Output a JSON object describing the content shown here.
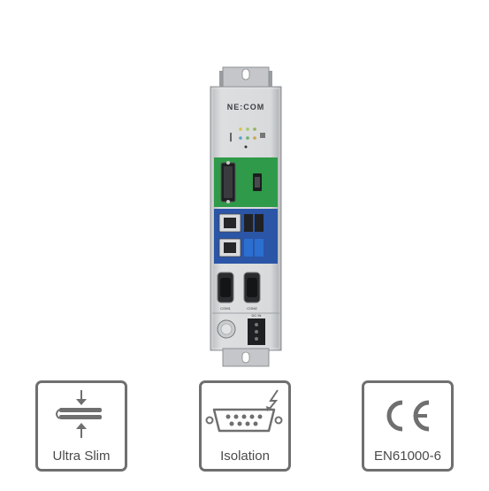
{
  "device": {
    "brand": "NE:COM",
    "port_labels": [
      "COM1",
      "COM2",
      "DC IN"
    ]
  },
  "badges": [
    {
      "icon": "ultra-slim-icon",
      "label": "Ultra Slim"
    },
    {
      "icon": "serial-isolation-icon",
      "label": "Isolation"
    },
    {
      "icon": "ce-mark-icon",
      "label": "EN61000-6"
    }
  ],
  "colors": {
    "chassis": "#d4d6d8",
    "io_green": "#2f9a49",
    "io_blue": "#2b55a6",
    "badge_border": "#6f6f6f",
    "badge_text": "#4a4a4a"
  }
}
